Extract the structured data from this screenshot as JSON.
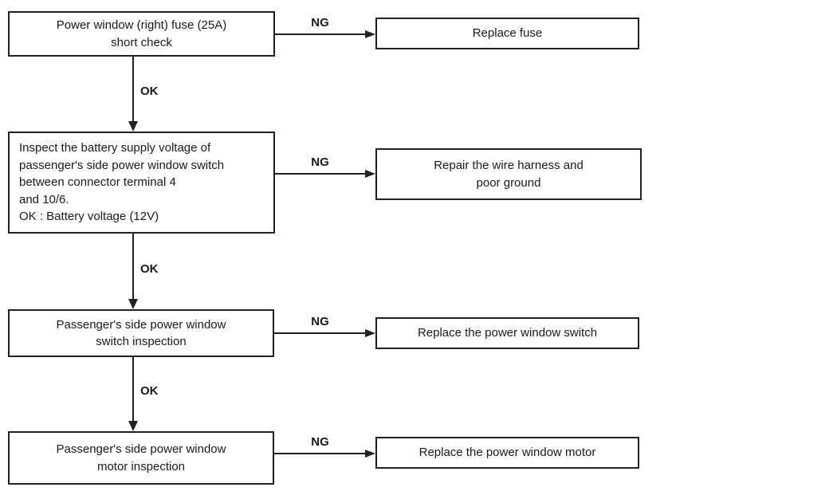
{
  "flowchart": {
    "connector_labels": {
      "ng": "NG",
      "ok": "OK"
    },
    "steps": [
      {
        "check": "Power window (right) fuse (25A)\nshort check",
        "ng_action": "Replace fuse"
      },
      {
        "check": "Inspect the battery supply voltage of\npassenger's side power window switch\nbetween connector terminal 4\nand 10/6.\nOK : Battery voltage (12V)",
        "ng_action": "Repair the wire harness and\npoor ground"
      },
      {
        "check": "Passenger's side power window\nswitch inspection",
        "ng_action": "Replace the power window switch"
      },
      {
        "check": "Passenger's side power window\nmotor inspection",
        "ng_action": "Replace the power window motor"
      }
    ],
    "colors": {
      "line": "#222222",
      "text": "#1a1a1a",
      "background": "#ffffff"
    }
  }
}
